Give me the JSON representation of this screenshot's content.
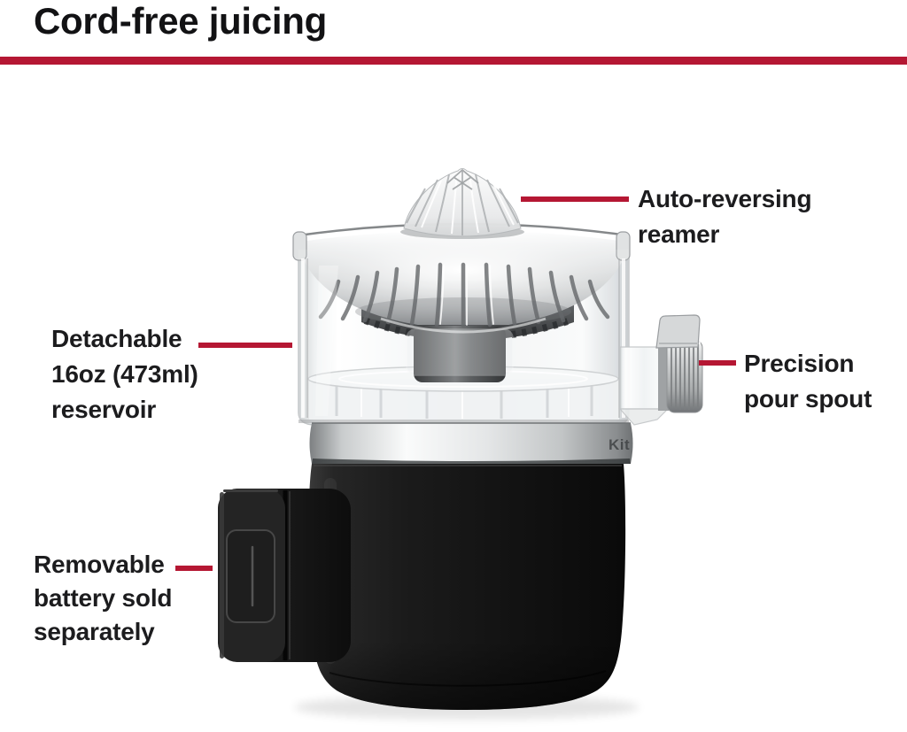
{
  "header": {
    "title": "Cord-free juicing"
  },
  "theme": {
    "accent_red": "#b51733",
    "text_color": "#1c1c1e",
    "background": "#ffffff"
  },
  "product": {
    "name": "cordless-citrus-juicer",
    "brand_mark": "Kit"
  },
  "callouts": {
    "reamer": {
      "lines": [
        "Auto-reversing",
        "reamer"
      ]
    },
    "reservoir": {
      "lines": [
        "Detachable",
        "16oz (473ml)",
        "reservoir"
      ]
    },
    "spout": {
      "lines": [
        "Precision",
        "pour spout"
      ]
    },
    "battery": {
      "lines": [
        "Removable",
        "battery sold",
        "separately"
      ]
    }
  }
}
